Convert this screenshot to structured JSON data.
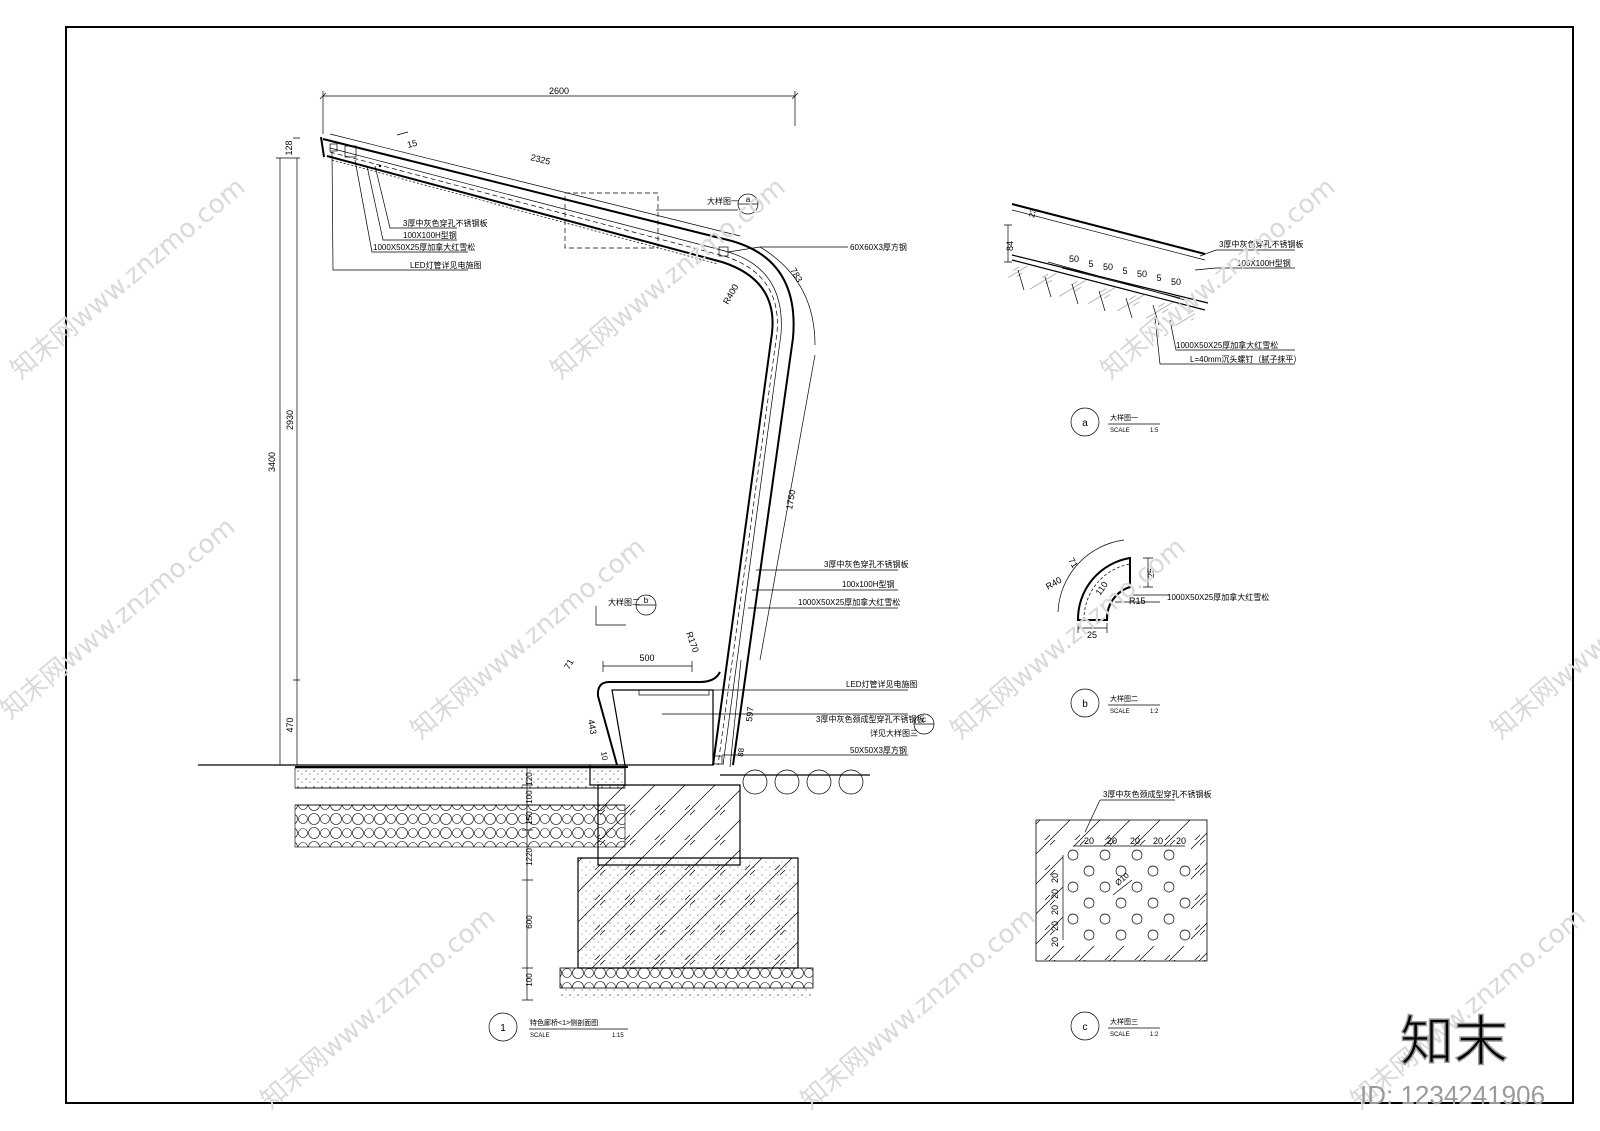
{
  "overall": {
    "width_2600": "2600",
    "top_128": "128",
    "top_15": "15",
    "roof_2325": "2325",
    "height_3400": "3400",
    "height_2930": "2930",
    "height_470": "470",
    "arc_783": "783",
    "r400": "R400",
    "seg_1750": "1750",
    "r170": "R170",
    "seat_500": "500",
    "seat_443": "443",
    "seat_10": "10",
    "seat_71": "71",
    "seat_597": "597",
    "seat_88": "88",
    "f_120": "120",
    "f_100": "100",
    "f_150": "150",
    "f_1220": "1220",
    "f_600": "600",
    "f_100b": "100"
  },
  "labels_roof": {
    "l1": "3厚中灰色穿孔不锈钢板",
    "l2": "100X100H型钢",
    "l3": "1000X50X25厚加拿大红雪松",
    "l4": "LED灯管详见电施图",
    "sq": "60X60X3厚方钢"
  },
  "labels_mid": {
    "l1": "3厚中灰色穿孔不锈钢板",
    "l2": "100x100H型钢",
    "l3": "1000X50X25厚加拿大红雪松",
    "l4": "LED灯管详见电施图",
    "l5": "3厚中灰色颈成型穿孔不锈钢板",
    "l5b": "详见大样图三",
    "l6": "50X50X3厚方钢"
  },
  "callouts": {
    "a_text": "大样图一",
    "a_letter": "a",
    "b_text": "大样图二",
    "b_letter": "b",
    "c_letter": "c"
  },
  "main_title": {
    "num": "1",
    "title": "特色廊桥<1>侧剖面图",
    "scale_label": "SCALE",
    "scale": "1:15"
  },
  "detail_a": {
    "d_23": "23",
    "d_84": "84",
    "dims": [
      "50",
      "5",
      "50",
      "5",
      "50",
      "5",
      "50"
    ],
    "l1": "3厚中灰色穿孔不锈钢板",
    "l2": "100X100H型钢",
    "l3": "1000X50X25厚加拿大红雪松",
    "l4": "L=40mm沉头螺钉（腻子抹平）",
    "letter": "a",
    "title": "大样图一",
    "scale_label": "SCALE",
    "scale": "1:5"
  },
  "detail_b": {
    "d_71": "71",
    "d_r40": "R40",
    "d_110": "110",
    "d_25a": "25",
    "d_r15": "R15",
    "d_25b": "25",
    "label": "1000X50X25厚加拿大红雪松",
    "letter": "b",
    "title": "大样图二",
    "scale_label": "SCALE",
    "scale": "1:2"
  },
  "detail_c": {
    "label": "3厚中灰色颈成型穿孔不锈钢板",
    "dims_top": [
      "20",
      "20",
      "20",
      "20",
      "20"
    ],
    "d_diam": "Ø10",
    "dims_left": [
      "20",
      "20",
      "20",
      "20",
      "20"
    ],
    "letter": "c",
    "title": "大样图三",
    "scale_label": "SCALE",
    "scale": "1:2"
  },
  "watermark": {
    "text": "知末网www.znzmo.com",
    "logo": "知末",
    "id": "ID: 1234241906"
  }
}
